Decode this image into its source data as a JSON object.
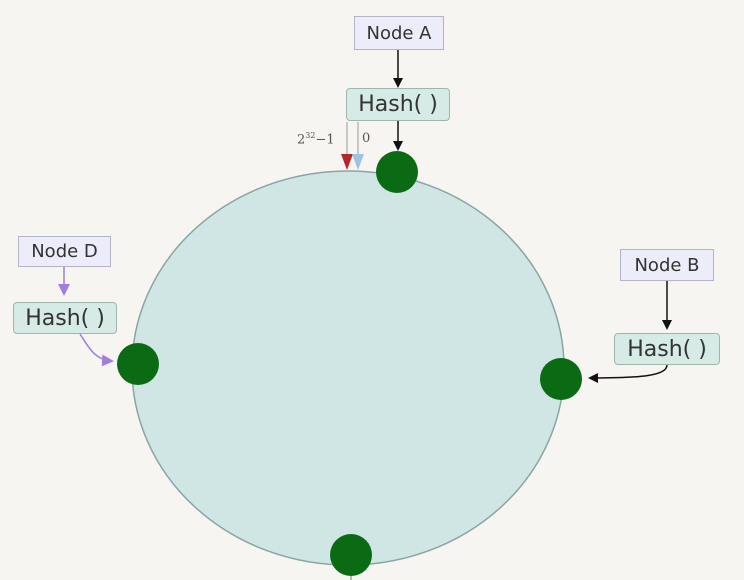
{
  "nodes": {
    "a": {
      "label": "Node A",
      "hash_label": "Hash( )"
    },
    "b": {
      "label": "Node B",
      "hash_label": "Hash( )"
    },
    "d": {
      "label": "Node D",
      "hash_label": "Hash( )"
    }
  },
  "ring_markers": {
    "max_base": "2",
    "max_exponent": "32",
    "max_suffix": "−1",
    "zero": "0"
  },
  "colors": {
    "ring_fill": "#cfe6e4",
    "ring_stroke": "#8aa5a3",
    "node_point": "#0a6b14",
    "arrow_black": "#111111",
    "arrow_purple": "#a07fdc",
    "marker_red": "#b12a2a",
    "marker_blue": "#9cc3e0"
  }
}
